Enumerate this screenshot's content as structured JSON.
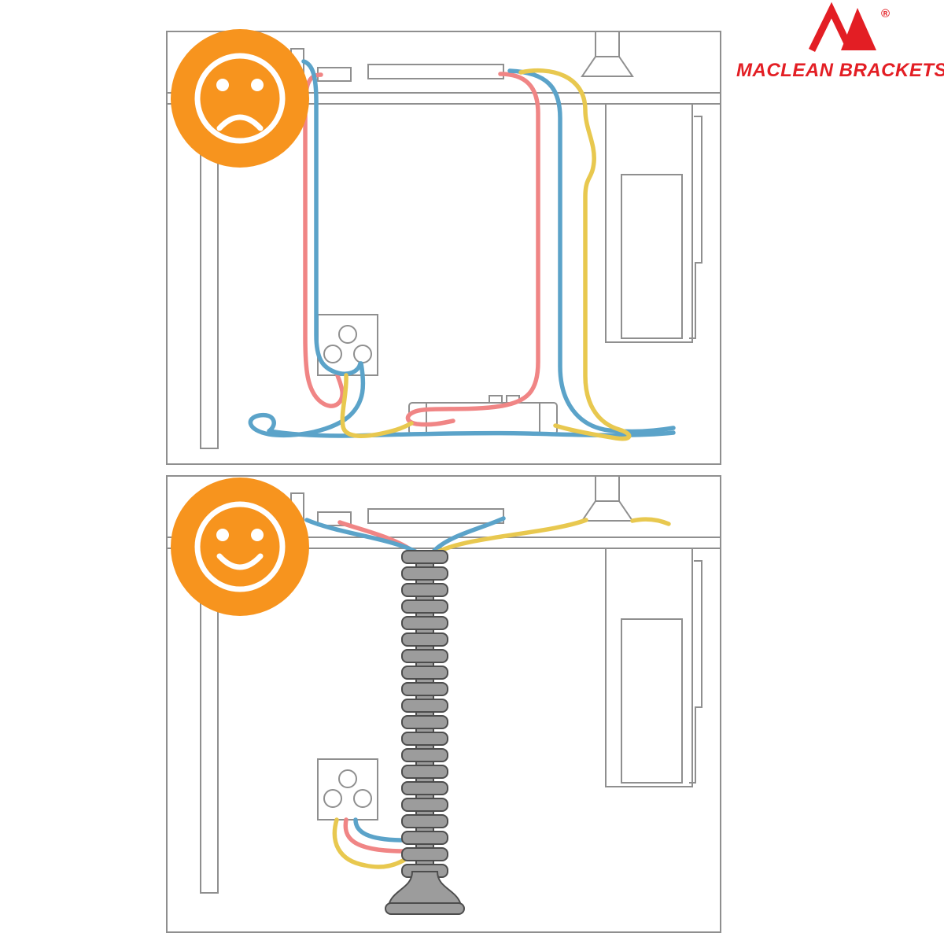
{
  "brand": {
    "name": "MACLEAN BRACKETS",
    "registered": "®"
  },
  "colors": {
    "accent_orange": "#F7941E",
    "brand_red": "#E31E24",
    "cable_red": "#F08585",
    "cable_blue": "#5BA3C9",
    "cable_yellow": "#E8C84F",
    "outline_gray": "#8F8F8F",
    "spine_fill": "#9C9C9C",
    "spine_outline": "#4D4D4D",
    "face_white": "#FFFFFF"
  },
  "icons": {
    "bad_panel_icon": "sad-face-icon",
    "good_panel_icon": "happy-face-icon",
    "brand_icon": "maclean-m-icon"
  },
  "panels": [
    {
      "id": "bad-cable-management",
      "mood": "sad"
    },
    {
      "id": "good-cable-management",
      "mood": "happy"
    }
  ]
}
